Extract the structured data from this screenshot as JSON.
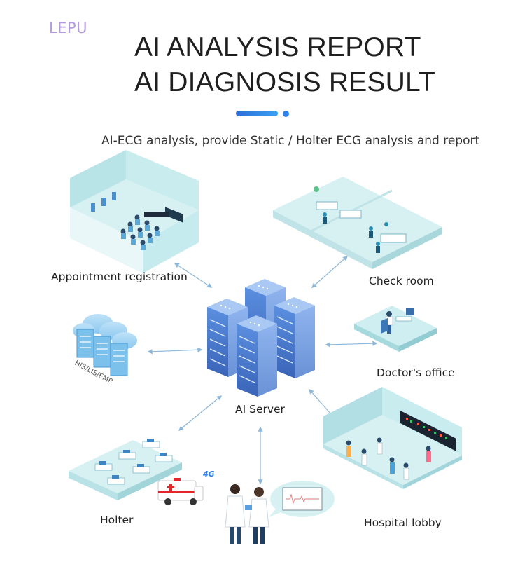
{
  "header": {
    "brand": "LEPU",
    "title_line1": "AI ANALYSIS REPORT",
    "title_line2": "AI DIAGNOSIS RESULT",
    "subtitle": "AI-ECG analysis, provide Static / Holter ECG analysis and report"
  },
  "nodes": {
    "appointment": "Appointment registration",
    "check_room": "Check room",
    "his_lis_emr": "HIS/LIS/EMR",
    "doctors_office": "Doctor's office",
    "ai_server": "AI Server",
    "holter": "Holter",
    "hospital_lobby": "Hospital lobby",
    "network_badge": "4G"
  },
  "colors": {
    "accent": "#2f80e8",
    "server_blue": "#4a7ed0",
    "room_floor": "#d7f1f3",
    "room_wall": "#bfe6ea"
  }
}
